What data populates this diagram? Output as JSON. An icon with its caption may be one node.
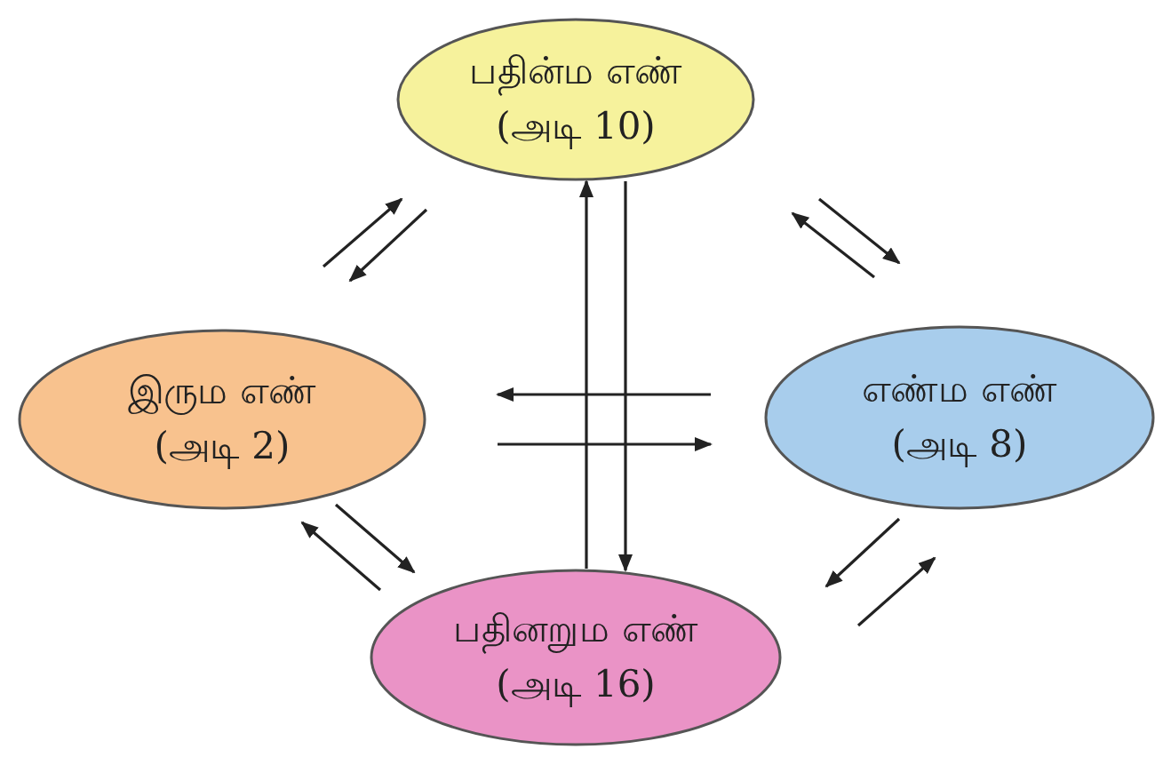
{
  "diagram": {
    "nodes": [
      {
        "text": [
          "பதின்ம எண்",
          "(அடி 10)"
        ]
      },
      {
        "text": [
          "இரும எண்",
          "(அடி 2)"
        ]
      },
      {
        "text": [
          "எண்ம எண்",
          "(அடி 8)"
        ]
      },
      {
        "text": [
          "பதினறும எண்",
          "(அடி 16)"
        ]
      }
    ],
    "edges": [
      {
        "from": 1,
        "to": 0,
        "arrow": "to"
      },
      {
        "from": 0,
        "to": 1,
        "arrow": "to"
      },
      {
        "from": 2,
        "to": 0,
        "arrow": "to"
      },
      {
        "from": 0,
        "to": 2,
        "arrow": "to"
      },
      {
        "from": 3,
        "to": 2,
        "arrow": "to"
      },
      {
        "from": 2,
        "to": 3,
        "arrow": "to"
      },
      {
        "from": 3,
        "to": 1,
        "arrow": "to"
      },
      {
        "from": 1,
        "to": 3,
        "arrow": "to"
      },
      {
        "from": 3,
        "to": 0,
        "arrow": "to"
      },
      {
        "from": 0,
        "to": 3,
        "arrow": "to"
      },
      {
        "from": 2,
        "to": 1,
        "arrow": "to"
      },
      {
        "from": 1,
        "to": 2,
        "arrow": "to"
      }
    ]
  }
}
